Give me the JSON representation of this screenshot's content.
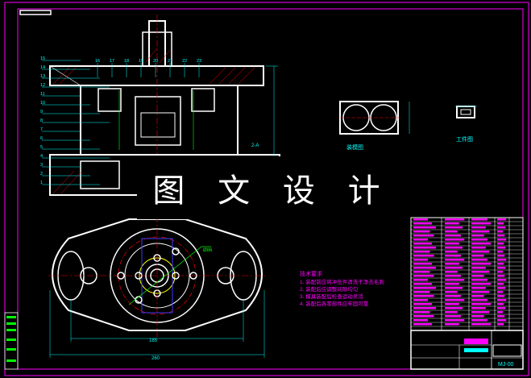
{
  "overlay": {
    "text": "图 文 设 计"
  },
  "callouts_left": [
    "15",
    "14",
    "13",
    "12",
    "11",
    "10",
    "9",
    "8",
    "7",
    "6",
    "5",
    "4",
    "3",
    "2",
    "1"
  ],
  "callouts_top": [
    "16",
    "17",
    "18",
    "19",
    "20",
    "21",
    "22",
    "23"
  ],
  "side_views": {
    "view1_label": "装模图",
    "view2_label": "工件图"
  },
  "dims": {
    "dim_a": "185",
    "dim_b": "260",
    "dim_c": "Ø86",
    "dim_d": "2-A"
  },
  "notes": {
    "title": "技术要求",
    "items": [
      "1. 装配前应将冲压件清洗干净去毛刺",
      "2. 装配后应调整间隙均匀",
      "3. 模具装配后检查运动灵活",
      "4. 装配后各零部件应牢固可靠"
    ]
  },
  "colors": {
    "border": "#ff00ff",
    "line": "#ffffff",
    "center": "#ff0000",
    "hidden": "#00ff00",
    "dim": "#00ffff",
    "blue": "#3b3bff",
    "yellow": "#ffff00"
  },
  "title_block": {
    "drawing_no": "MJ-00"
  }
}
